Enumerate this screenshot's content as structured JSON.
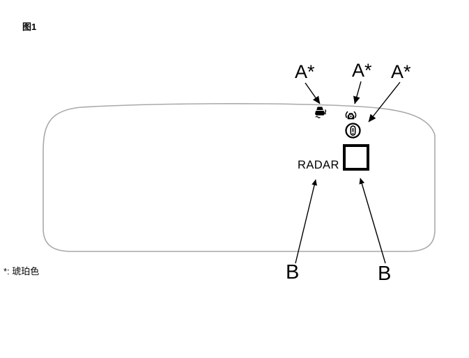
{
  "figure": {
    "title": "图1"
  },
  "footnote": "*: 琥珀色",
  "diagram": {
    "radar_label": "RADAR",
    "callout_a": "A*",
    "callout_b": "B",
    "icons": [
      {
        "name": "slip-indicator-icon",
        "color_note": "amber"
      },
      {
        "name": "pre-collision-warning-icon",
        "color_note": "amber"
      },
      {
        "name": "tire-pressure-warning-icon",
        "color_note": "amber"
      }
    ],
    "colors": {
      "line": "#000000",
      "outline": "#a9a9a9",
      "bg": "#ffffff"
    }
  }
}
